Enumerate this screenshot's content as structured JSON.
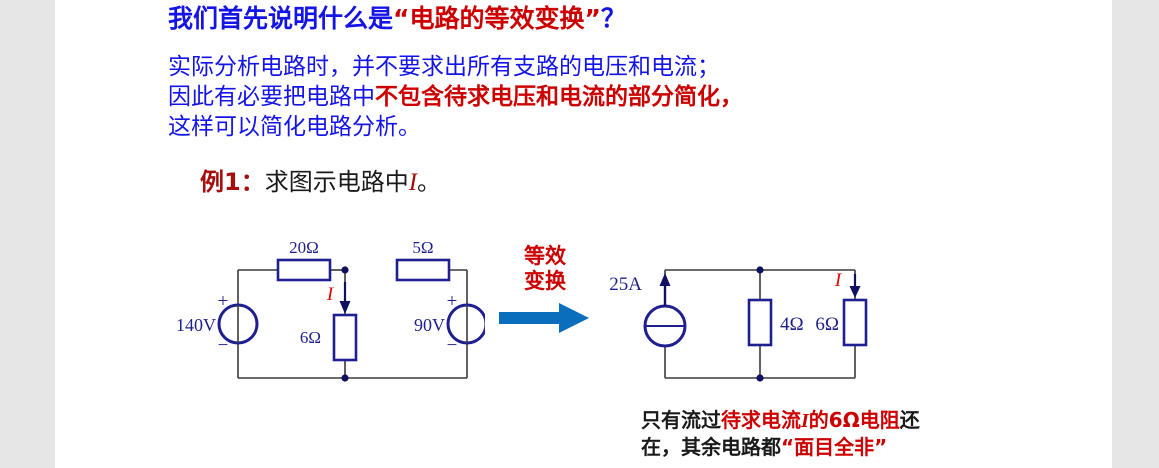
{
  "slide": {
    "background_color": "#ffffff",
    "canvas_color": "#e6e6e6"
  },
  "title": {
    "part1": "我们首先说明什么是",
    "part2": "“电路的等效变换”",
    "part3": "？",
    "part1_color": "#1414e6",
    "part2_color": "#cc0000"
  },
  "body": {
    "line1": "实际分析电路时，并不要求出所有支路的电压和电流；",
    "line2_a": "因此有必要把电路中",
    "line2_b": "不包含待求电压和电流的部分简化，",
    "line3": "这样可以简化电路分析。",
    "text_color": "#1414e6",
    "emphasis_color": "#cc0000"
  },
  "example": {
    "tag": "例1：",
    "text": "求图示电路中",
    "symbol": "I",
    "suffix": "。",
    "tag_color": "#a60d0d"
  },
  "transform": {
    "label_line1": "等效",
    "label_line2": "变换",
    "label_color": "#cc0000",
    "arrow_color": "#0a6ebd",
    "arrow_icon": "right-arrow-icon"
  },
  "left_circuit": {
    "name": "original-circuit",
    "source_left": "140V",
    "source_left_plus": "+",
    "source_left_minus": "−",
    "source_right": "90V",
    "source_right_plus": "+",
    "source_right_minus": "−",
    "resistor_top_left": "20Ω",
    "resistor_top_right": "5Ω",
    "resistor_middle": "6Ω",
    "current_label": "I",
    "current_color": "#e60000",
    "wire_color": "#333333",
    "element_color": "#1f1f8f"
  },
  "right_circuit": {
    "name": "equivalent-circuit",
    "source": "25A",
    "resistor_middle": "4Ω",
    "resistor_right": "6Ω",
    "current_label": "I",
    "current_color": "#e60000",
    "wire_color": "#333333",
    "element_color": "#1f1f8f"
  },
  "caption": {
    "line1_a": "只有流过",
    "line1_b": "待求电流",
    "line1_symbol": "I",
    "line1_c": "的6Ω电阻",
    "line1_d": "还",
    "line2_a": "在，其余电路都",
    "line2_b": "“面目全非”",
    "highlight_color": "#cc0000",
    "text_color": "#1a1a1a"
  }
}
